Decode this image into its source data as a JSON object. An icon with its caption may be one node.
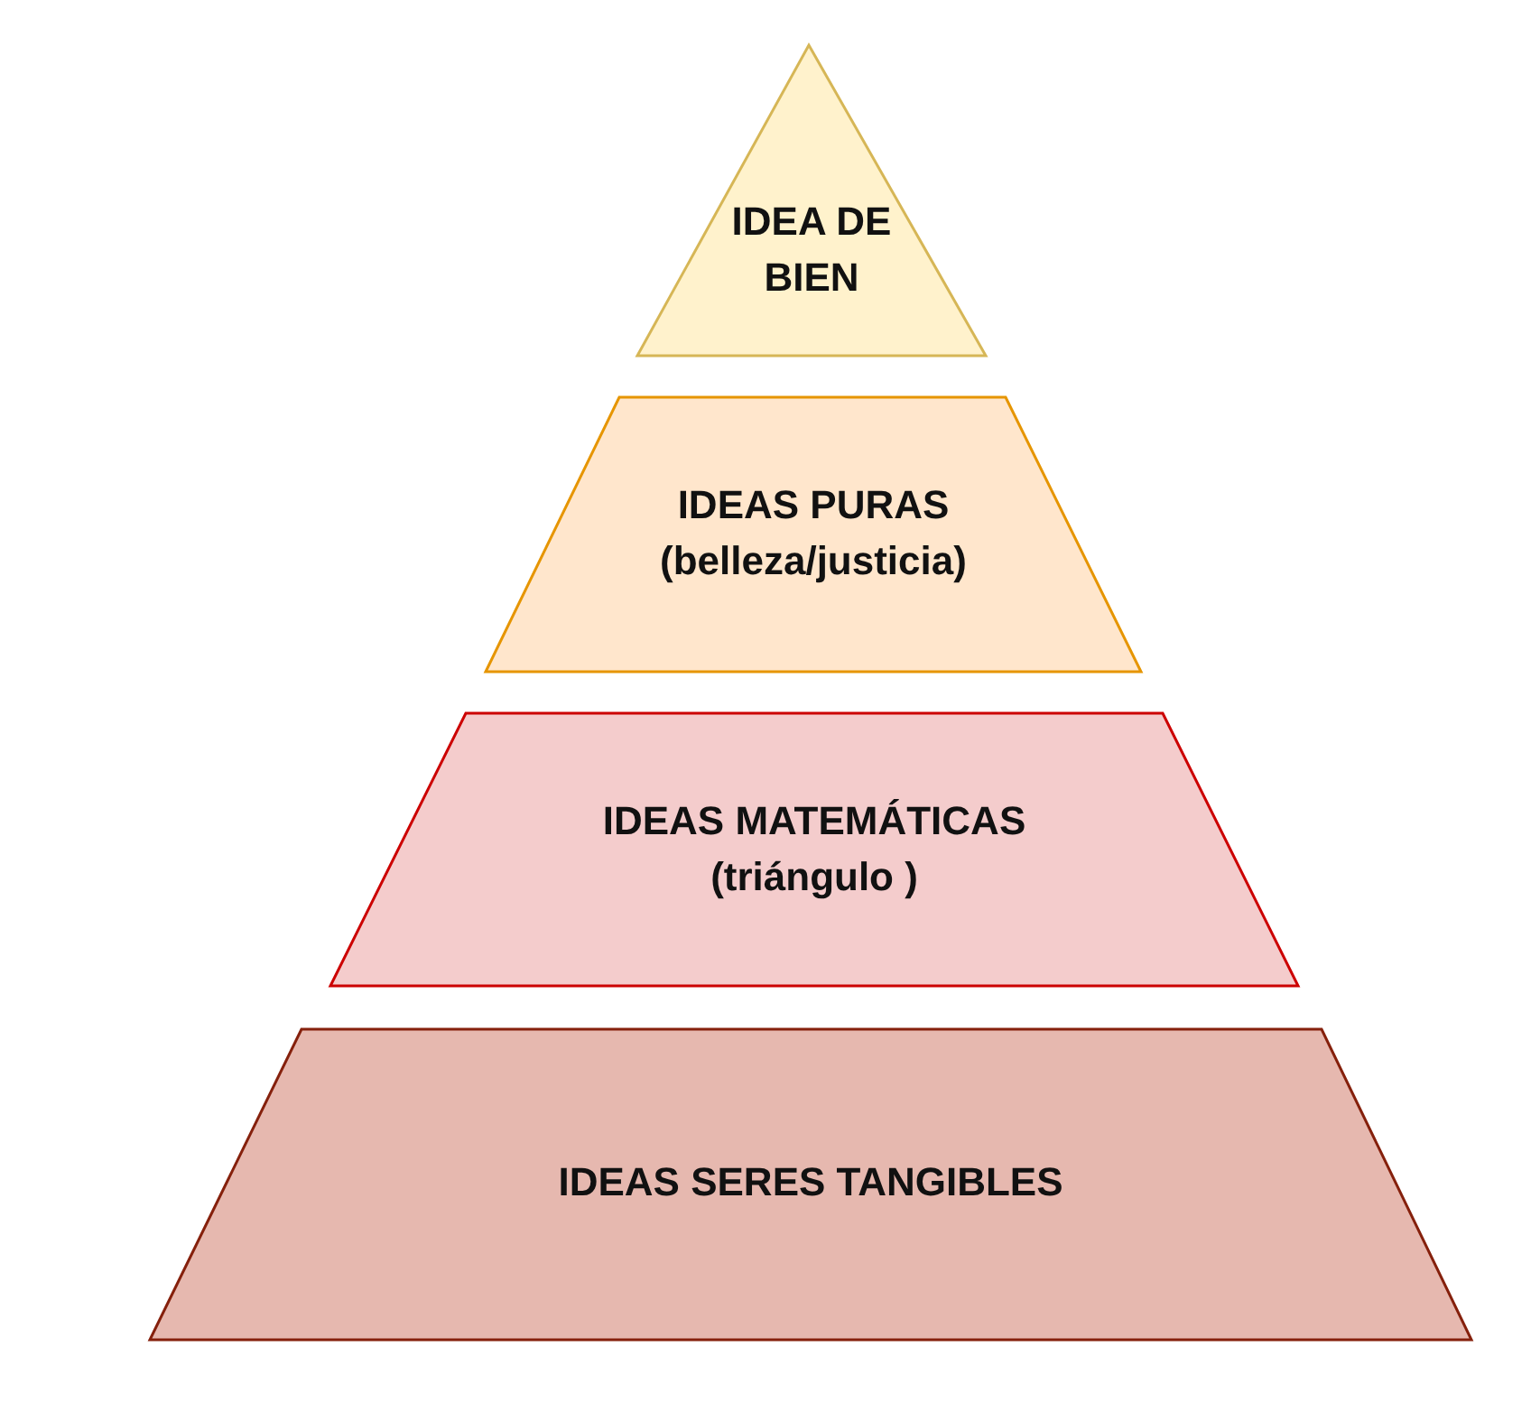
{
  "diagram": {
    "nodes": [
      {
        "text": [
          "IDEA DE BIEN"
        ]
      },
      {
        "text": [
          "IDEAS PURAS (belleza/justicia)"
        ]
      },
      {
        "text": [
          "IDEAS MATEMÁTICAS (triángulo )"
        ]
      },
      {
        "text": [
          "IDEAS SERES TANGIBLES"
        ]
      }
    ]
  }
}
